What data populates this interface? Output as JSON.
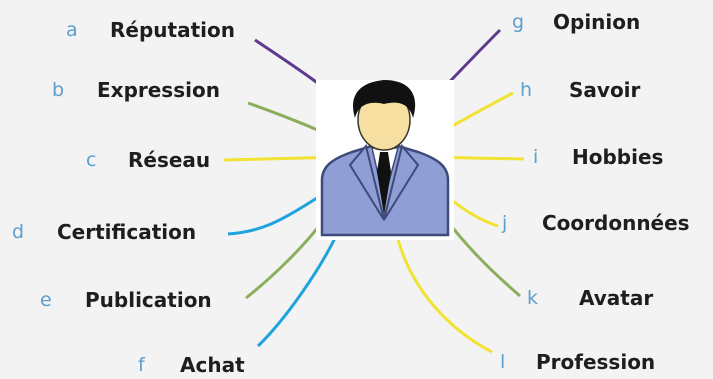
{
  "colors": {
    "background": "#f3f3f3",
    "letter": "#5b9fce",
    "label": "#1e1e1e",
    "purple": "#5e3a8e",
    "green": "#8aae5c",
    "yellow": "#f2e233",
    "blue": "#1fa3dc",
    "suit": "#8f9ed4",
    "skin": "#f6dfa0",
    "hair": "#111111"
  },
  "items": [
    {
      "letter": "a",
      "label": "Réputation",
      "color": "purple"
    },
    {
      "letter": "b",
      "label": "Expression",
      "color": "green"
    },
    {
      "letter": "c",
      "label": "Réseau",
      "color": "yellow"
    },
    {
      "letter": "d",
      "label": "Certification",
      "color": "blue"
    },
    {
      "letter": "e",
      "label": "Publication",
      "color": "green"
    },
    {
      "letter": "f",
      "label": "Achat",
      "color": "blue"
    },
    {
      "letter": "g",
      "label": "Opinion",
      "color": "purple"
    },
    {
      "letter": "h",
      "label": "Savoir",
      "color": "yellow"
    },
    {
      "letter": "i",
      "label": "Hobbies",
      "color": "yellow"
    },
    {
      "letter": "j",
      "label": "Coordonnées",
      "color": "yellow"
    },
    {
      "letter": "k",
      "label": "Avatar",
      "color": "green"
    },
    {
      "letter": "l",
      "label": "Profession",
      "color": "yellow"
    }
  ]
}
